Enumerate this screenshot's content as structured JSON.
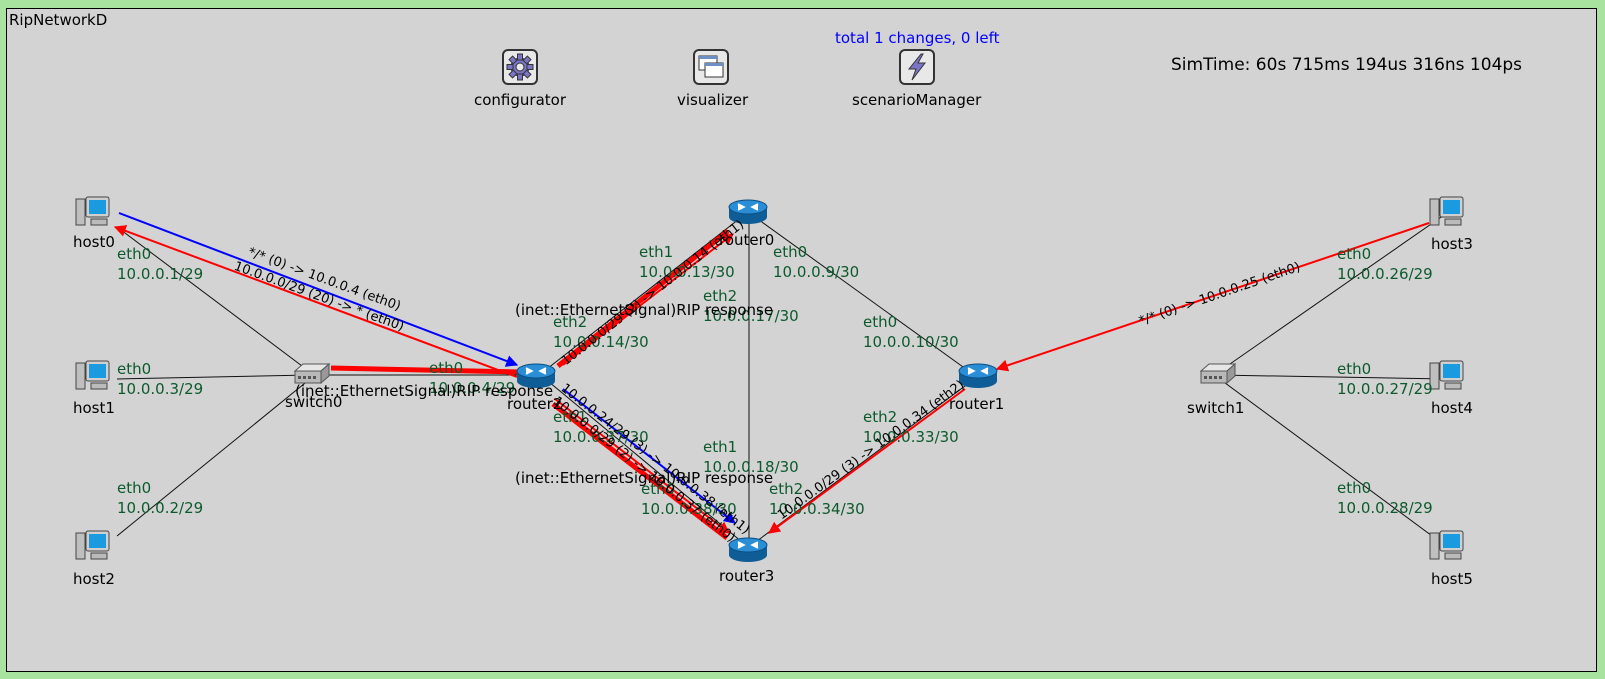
{
  "network": {
    "name": "RipNetworkD",
    "simtime": "SimTime: 60s 715ms 194us 316ns 104ps",
    "scenario_status": "total 1 changes, 0 left"
  },
  "modules": {
    "configurator": "configurator",
    "visualizer": "visualizer",
    "scenarioManager": "scenarioManager",
    "host0": "host0",
    "host1": "host1",
    "host2": "host2",
    "host3": "host3",
    "host4": "host4",
    "host5": "host5",
    "switch0": "switch0",
    "switch1": "switch1",
    "router0": "router0",
    "router1": "router1",
    "router2": "router2",
    "router3": "router3"
  },
  "interfaces": {
    "host0": {
      "name": "eth0",
      "addr": "10.0.0.1/29"
    },
    "host1": {
      "name": "eth0",
      "addr": "10.0.0.3/29"
    },
    "host2": {
      "name": "eth0",
      "addr": "10.0.0.2/29"
    },
    "host3": {
      "name": "eth0",
      "addr": "10.0.0.26/29"
    },
    "host4": {
      "name": "eth0",
      "addr": "10.0.0.27/29"
    },
    "host5": {
      "name": "eth0",
      "addr": "10.0.0.28/29"
    },
    "router0_eth0": {
      "name": "eth0",
      "addr": "10.0.0.9/30"
    },
    "router0_eth1": {
      "name": "eth1",
      "addr": "10.0.0.13/30"
    },
    "router0_eth2": {
      "name": "eth2",
      "addr": "10.0.0.17/30"
    },
    "router1_eth0": {
      "name": "eth0",
      "addr": "10.0.0.10/30"
    },
    "router1_eth2": {
      "name": "eth2",
      "addr": "10.0.0.33/30"
    },
    "router2_eth0": {
      "name": "eth0",
      "addr": "10.0.0.4/29"
    },
    "router2_eth2": {
      "name": "eth2",
      "addr": "10.0.0.14/30"
    },
    "router2_eth1": {
      "name": "eth1",
      "addr": "10.0.0.37/30"
    },
    "router3_eth1": {
      "name": "eth1",
      "addr": "10.0.0.18/30"
    },
    "router3_eth2": {
      "name": "eth2",
      "addr": "10.0.0.34/30"
    },
    "router3_eth0": {
      "name": "eth0",
      "addr": "10.0.0.38/30"
    }
  },
  "routes": {
    "host0_to_router2": "*/* (0) -> 10.0.0.4 (eth0)",
    "router2_to_host0": "10.0.0.0/29 (20) -> * (eth0)",
    "router2_to_router0": "10.0.0.0/29 (2) -> 10.0.0.14 (eth1)",
    "host3_to_router1": "*/* (0) -> 10.0.0.25 (eth0)",
    "router2_to_router3_a": "10.0.0.24/29 (3) -> 10.0.0.38 (eth1)",
    "router2_to_router3_b": "10.0.0.0/29 (2) -> 10.0.0.37 (eth0)",
    "router1_to_router3": "10.0.0.0/29 (3) -> 10.0.0.34 (eth2)"
  },
  "signals": {
    "sig1": "(inet::EthernetSignal)RIP response",
    "sig2": "(inet::EthernetSignal)RIP response",
    "sig3": "(inet::EthernetSignal)RIP response"
  },
  "colors": {
    "frame": "#a8e4a0",
    "canvas": "#d3d3d3",
    "route_blue": "#0000ff",
    "route_red": "#ff0000",
    "iface_text": "#0c5a2c",
    "router_icon": "#1a6fb0"
  },
  "icons": {
    "configurator": "gear-icon",
    "visualizer": "windows-icon",
    "scenarioManager": "lightning-icon",
    "host": "computer-icon",
    "switch": "switch-icon",
    "router": "router-icon"
  }
}
